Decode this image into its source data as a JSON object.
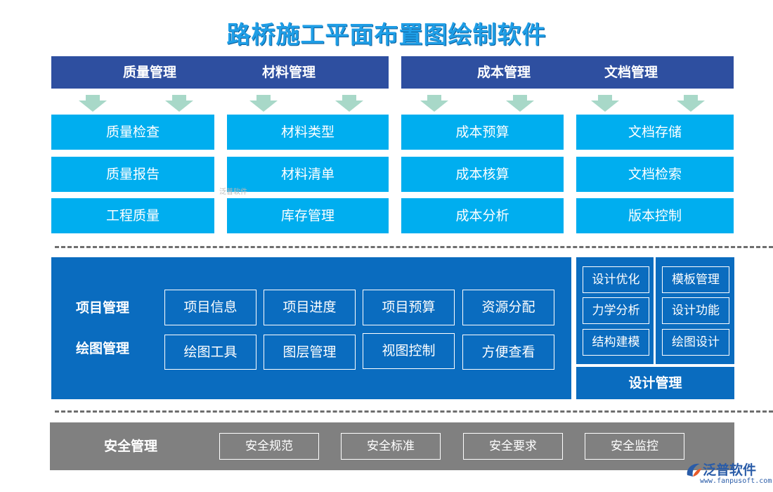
{
  "title": "路桥施工平面布置图绘制软件",
  "colors": {
    "title": "#1f9ee6",
    "header_bar": "#2e4fa0",
    "sub_box": "#00aeef",
    "arrow": "#a8d8c8",
    "blue_panel": "#0a6cbf",
    "gray_panel": "#808080",
    "dash": "#6e6e6e"
  },
  "top_left_headers": [
    "质量管理",
    "材料管理"
  ],
  "top_right_headers": [
    "成本管理",
    "文档管理"
  ],
  "columns": [
    {
      "items": [
        "质量检查",
        "质量报告",
        "工程质量"
      ]
    },
    {
      "items": [
        "材料类型",
        "材料清单",
        "库存管理"
      ]
    },
    {
      "items": [
        "成本预算",
        "成本核算",
        "成本分析"
      ]
    },
    {
      "items": [
        "文档存储",
        "文档检索",
        "版本控制"
      ]
    }
  ],
  "middle": {
    "labels": [
      "项目管理",
      "绘图管理"
    ],
    "project_items": [
      "项目信息",
      "项目进度",
      "项目预算",
      "资源分配"
    ],
    "drawing_items": [
      "绘图工具",
      "图层管理",
      "视图控制",
      "方便查看"
    ]
  },
  "design": {
    "left_items": [
      "设计优化",
      "力学分析",
      "结构建模"
    ],
    "right_items": [
      "模板管理",
      "设计功能",
      "绘图设计"
    ],
    "label": "设计管理"
  },
  "safety": {
    "label": "安全管理",
    "items": [
      "安全规范",
      "安全标准",
      "安全要求",
      "安全监控"
    ]
  },
  "logo": {
    "text": "泛普软件",
    "url": "www.fanpusoft.com",
    "icon": "fanpu-logo-icon"
  },
  "watermark": "泛普软件"
}
